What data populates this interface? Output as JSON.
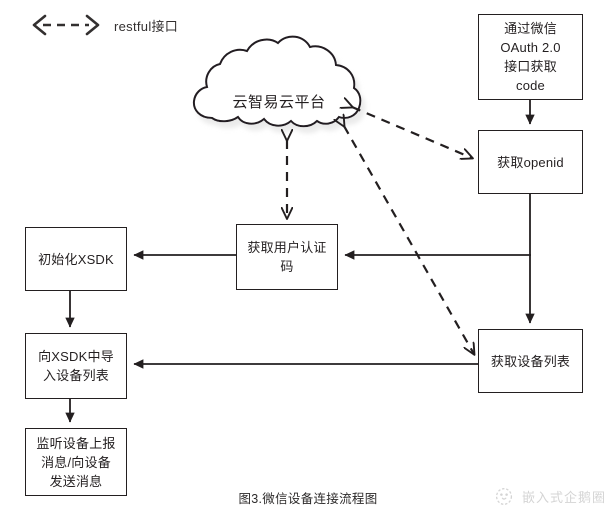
{
  "figure": {
    "caption": "图3.微信设备连接流程图",
    "legend": {
      "label": "restful接口",
      "arrow_icon": "bidirectional-dashed-arrow-icon"
    },
    "watermark": {
      "text": "嵌入式企鹅圈",
      "icon": "penguin-icon"
    },
    "colors": {
      "stroke": "#231f20",
      "text": "#231f20",
      "background": "#ffffff",
      "cloud_shadow": "#d9d9d9",
      "watermark": "#9a9a9a"
    }
  },
  "nodes": {
    "cloud_platform": {
      "label": "云智易云平台",
      "shape": "cloud"
    },
    "wechat_oauth": {
      "label": "通过微信\nOAuth 2.0\n接口获取\ncode",
      "shape": "rect"
    },
    "get_openid": {
      "label": "获取openid",
      "shape": "rect"
    },
    "get_device_list": {
      "label": "获取设备列表",
      "shape": "rect"
    },
    "get_auth_code": {
      "label": "获取用户认证\n码",
      "shape": "rect"
    },
    "init_xsdk": {
      "label": "初始化XSDK",
      "shape": "rect"
    },
    "import_device_list": {
      "label": "向XSDK中导\n入设备列表",
      "shape": "rect"
    },
    "listen_messages": {
      "label": "监听设备上报\n消息/向设备\n发送消息",
      "shape": "rect"
    }
  },
  "edges": [
    {
      "from": "wechat_oauth",
      "to": "get_openid",
      "style": "solid",
      "direction": "one-way"
    },
    {
      "from": "get_openid",
      "to": "get_device_list",
      "style": "solid",
      "direction": "one-way"
    },
    {
      "from": "get_openid",
      "to": "get_auth_code",
      "style": "solid",
      "direction": "one-way"
    },
    {
      "from": "get_auth_code",
      "to": "init_xsdk",
      "style": "solid",
      "direction": "one-way"
    },
    {
      "from": "init_xsdk",
      "to": "import_device_list",
      "style": "solid",
      "direction": "one-way"
    },
    {
      "from": "get_device_list",
      "to": "import_device_list",
      "style": "solid",
      "direction": "one-way"
    },
    {
      "from": "import_device_list",
      "to": "listen_messages",
      "style": "solid",
      "direction": "one-way"
    },
    {
      "from": "cloud_platform",
      "to": "get_openid",
      "style": "dashed",
      "direction": "two-way"
    },
    {
      "from": "cloud_platform",
      "to": "get_device_list",
      "style": "dashed",
      "direction": "two-way"
    },
    {
      "from": "cloud_platform",
      "to": "get_auth_code",
      "style": "dashed",
      "direction": "two-way"
    }
  ]
}
